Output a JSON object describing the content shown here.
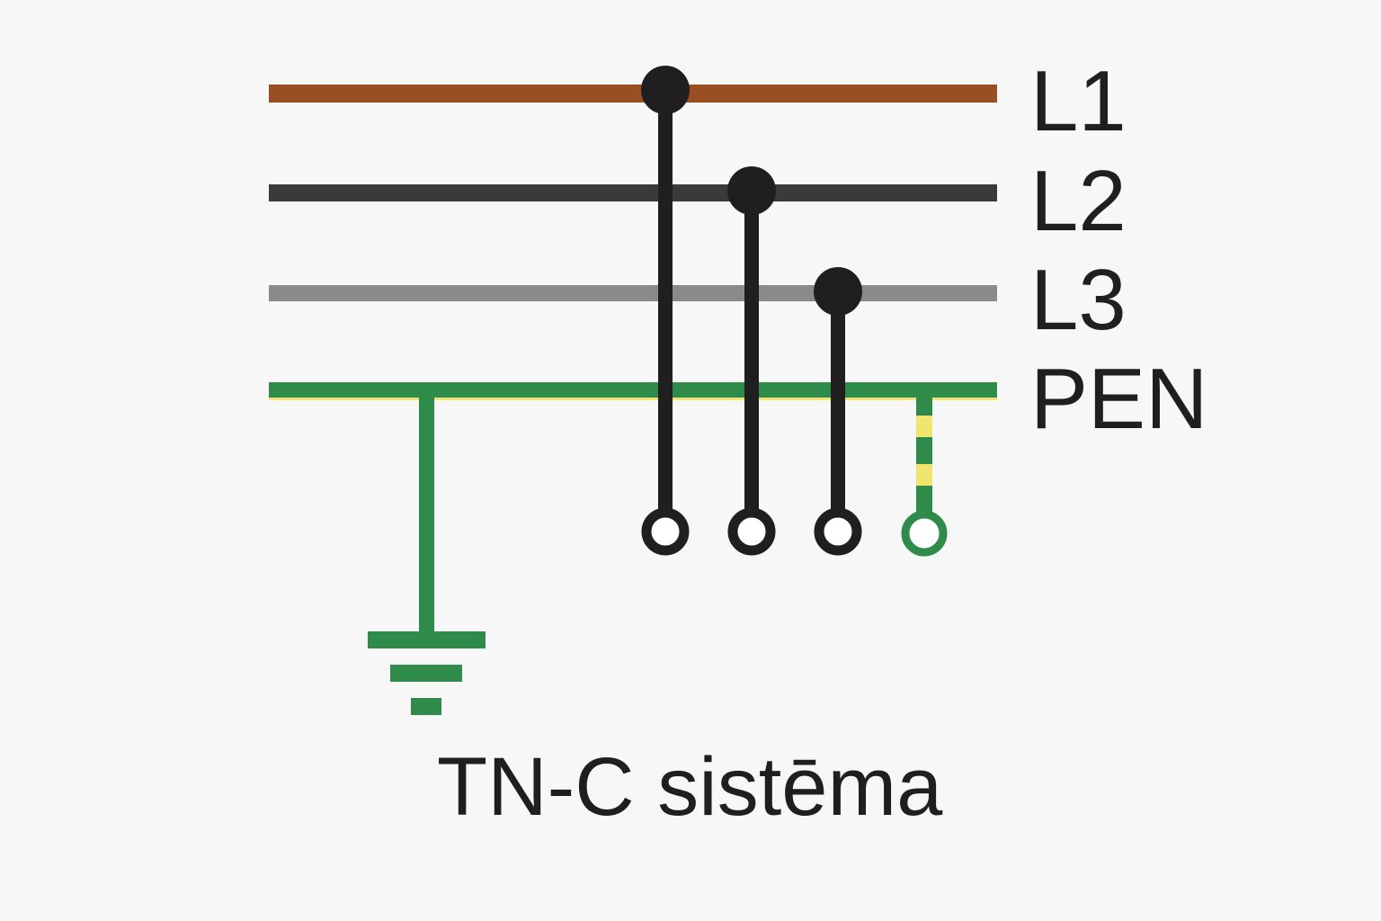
{
  "conductors": [
    {
      "id": "L1",
      "label": "L1",
      "color": "#9a4f22"
    },
    {
      "id": "L2",
      "label": "L2",
      "color": "#3a3a3a"
    },
    {
      "id": "L3",
      "label": "L3",
      "color": "#8a8a8a"
    },
    {
      "id": "PEN",
      "label": "PEN",
      "color": "#2e8b4a"
    }
  ],
  "colors": {
    "earth": "#2e8b4a",
    "stripe_yellow": "#f0e56e",
    "connector": "#1f1f1f",
    "background": "#f7f7f7"
  },
  "caption": "TN-C sistēma"
}
